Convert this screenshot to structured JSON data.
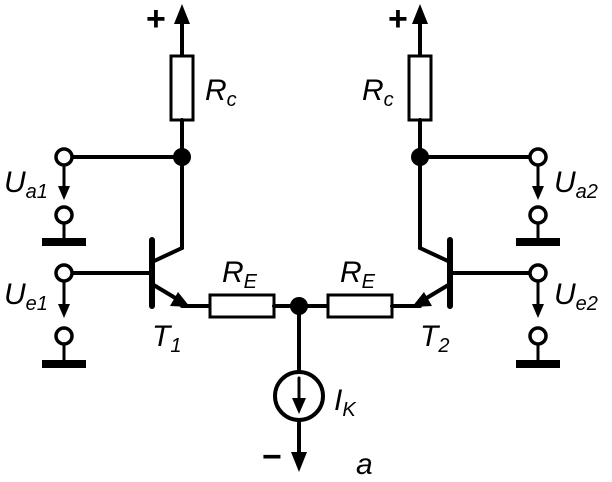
{
  "labels": {
    "rc_left": [
      "R",
      "c"
    ],
    "rc_right": [
      "R",
      "c"
    ],
    "re_left": [
      "R",
      "E"
    ],
    "re_right": [
      "R",
      "E"
    ],
    "ua1": [
      "U",
      "a1"
    ],
    "ua2": [
      "U",
      "a2"
    ],
    "ue1": [
      "U",
      "e1"
    ],
    "ue2": [
      "U",
      "e2"
    ],
    "t1": [
      "T",
      "1"
    ],
    "t2": [
      "T",
      "2"
    ],
    "ik": [
      "I",
      "K"
    ],
    "plus_left": "+",
    "plus_right": "+",
    "minus": "−",
    "figure": "a"
  }
}
